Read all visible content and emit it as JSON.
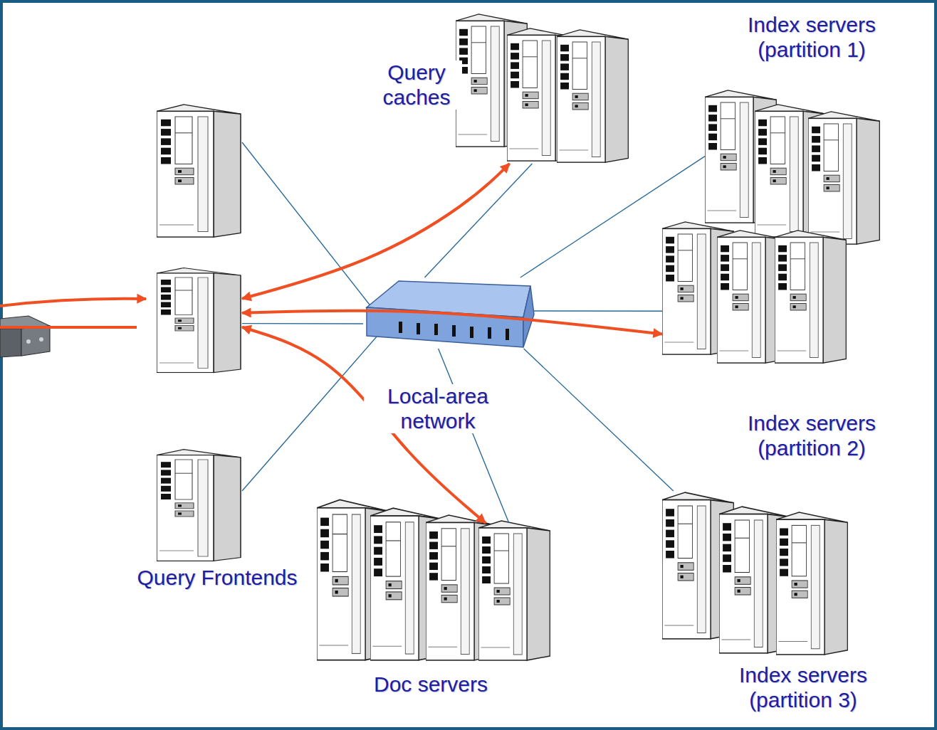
{
  "diagram": {
    "nodes": [
      {
        "text": [
          "Query caches"
        ]
      },
      {
        "text": [
          "Index servers (partition 1)"
        ]
      },
      {
        "text": [
          "Index servers (partition 2)"
        ]
      },
      {
        "text": [
          "Local-area network"
        ]
      },
      {
        "text": [
          "Index servers (partition 3)"
        ]
      },
      {
        "text": [
          "Query Frontends"
        ]
      },
      {
        "text": [
          "Doc servers"
        ]
      }
    ],
    "edges": [
      {
        "from": 3,
        "to": 0,
        "arrow": "none"
      },
      {
        "from": 3,
        "to": 1,
        "arrow": "none"
      },
      {
        "from": 3,
        "to": 2,
        "arrow": "none"
      },
      {
        "from": 3,
        "to": 4,
        "arrow": "none"
      },
      {
        "from": 3,
        "to": 6,
        "arrow": "none"
      },
      {
        "from": 3,
        "to": 5,
        "arrow": "none"
      },
      {
        "from": 5,
        "to": 0,
        "arrow": "both"
      },
      {
        "from": 5,
        "to": 2,
        "arrow": "both"
      },
      {
        "from": 5,
        "to": 6,
        "arrow": "both"
      }
    ]
  }
}
